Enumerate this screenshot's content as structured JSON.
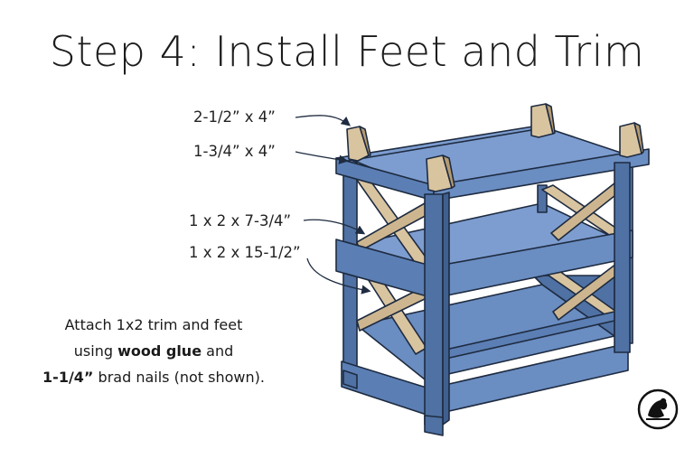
{
  "title": "Step 4: Install Feet and Trim",
  "labels": {
    "feet_top": "2-1/2” x 4”",
    "feet_bottom": "1-3/4” x 4”",
    "trim_short": "1 x 2 x 7-3/4”",
    "trim_long": "1 x 2 x 15-1/2”"
  },
  "note": {
    "line1": "Attach 1x2 trim and feet",
    "line2_pre": "using ",
    "line2_bold": "wood glue",
    "line2_post": " and",
    "line3_bold": "1-1/4”",
    "line3_post": " brad nails (not shown)."
  },
  "colors": {
    "wood_blue": "#5b7fb4",
    "wood_blue_dark": "#3f5f8f",
    "wood_blue_light": "#7d9dd0",
    "natural_wood": "#d9c4a0",
    "natural_wood_dark": "#b69b72",
    "outline": "#1e2b40"
  },
  "logo_icon": "woodworker-logo-icon"
}
